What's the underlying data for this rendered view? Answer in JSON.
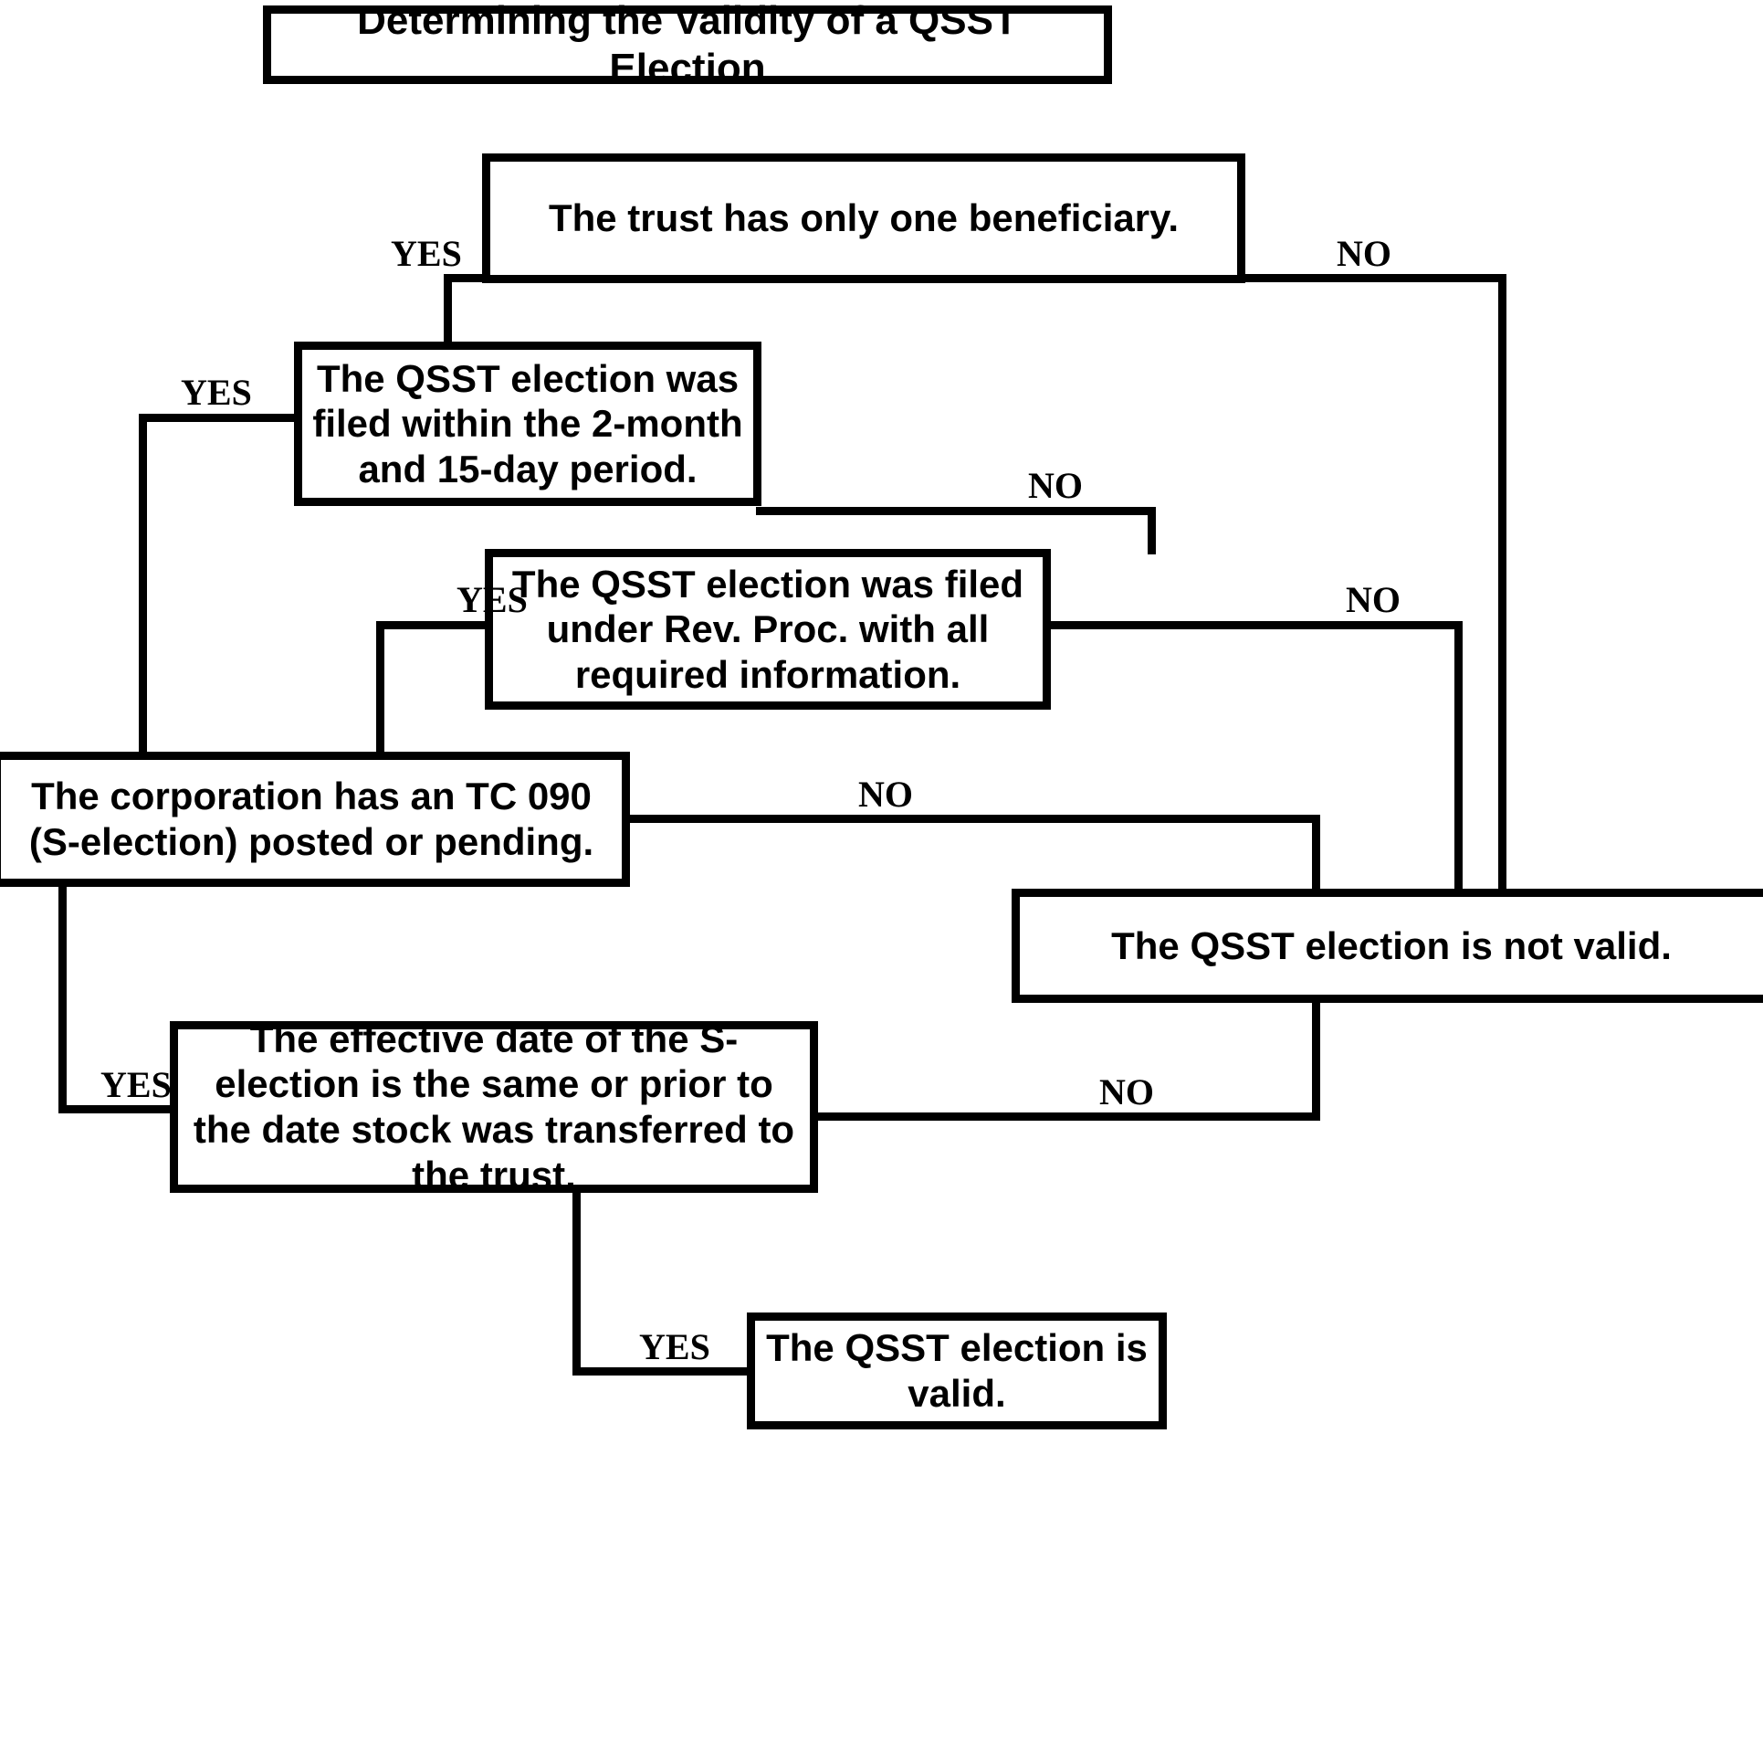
{
  "title": {
    "text": "Determining the Validity of a QSST Election"
  },
  "nodes": {
    "one_beneficiary": "The trust has only one beneficiary.",
    "two_month": "The QSST election was filed within the 2-month and 15-day period.",
    "rev_proc": "The QSST election was filed under Rev. Proc. with all required information.",
    "tc090": "The corporation has an TC 090 (S-election) posted or pending.",
    "effective_date": "The effective date of the S-election is the same or prior to the date stock was transferred to the trust.",
    "not_valid": "The QSST election is not valid.",
    "valid": "The QSST election is valid."
  },
  "edge_labels": {
    "yes_one_beneficiary": "YES",
    "no_one_beneficiary": "NO",
    "yes_two_month": "YES",
    "no_two_month": "NO",
    "yes_rev_proc": "YES",
    "no_rev_proc": "NO",
    "no_tc090": "NO",
    "yes_tc090": "YES",
    "no_effective_date": "NO",
    "yes_effective_date": "YES"
  },
  "colors": {
    "stroke": "#000000",
    "background": "#ffffff"
  },
  "chart_data": {
    "type": "flowchart",
    "title": "Determining the Validity of a QSST Election",
    "nodes": [
      {
        "id": "one_beneficiary",
        "label": "The trust has only one beneficiary.",
        "kind": "decision"
      },
      {
        "id": "two_month",
        "label": "The QSST election was filed within the 2-month and 15-day period.",
        "kind": "decision"
      },
      {
        "id": "rev_proc",
        "label": "The QSST election was filed under Rev. Proc. with all required information.",
        "kind": "decision"
      },
      {
        "id": "tc090",
        "label": "The corporation has an TC 090 (S-election) posted or pending.",
        "kind": "decision"
      },
      {
        "id": "effective_date",
        "label": "The effective date of the S-election is the same or prior to the date stock was transferred to the trust.",
        "kind": "decision"
      },
      {
        "id": "not_valid",
        "label": "The QSST election is not valid.",
        "kind": "terminal"
      },
      {
        "id": "valid",
        "label": "The QSST election is valid.",
        "kind": "terminal"
      }
    ],
    "edges": [
      {
        "from": "one_beneficiary",
        "to": "two_month",
        "label": "YES"
      },
      {
        "from": "one_beneficiary",
        "to": "not_valid",
        "label": "NO"
      },
      {
        "from": "two_month",
        "to": "tc090",
        "label": "YES"
      },
      {
        "from": "two_month",
        "to": "rev_proc",
        "label": "NO"
      },
      {
        "from": "rev_proc",
        "to": "tc090",
        "label": "YES"
      },
      {
        "from": "rev_proc",
        "to": "not_valid",
        "label": "NO"
      },
      {
        "from": "tc090",
        "to": "not_valid",
        "label": "NO"
      },
      {
        "from": "tc090",
        "to": "effective_date",
        "label": "YES"
      },
      {
        "from": "effective_date",
        "to": "not_valid",
        "label": "NO"
      },
      {
        "from": "effective_date",
        "to": "valid",
        "label": "YES"
      }
    ]
  }
}
